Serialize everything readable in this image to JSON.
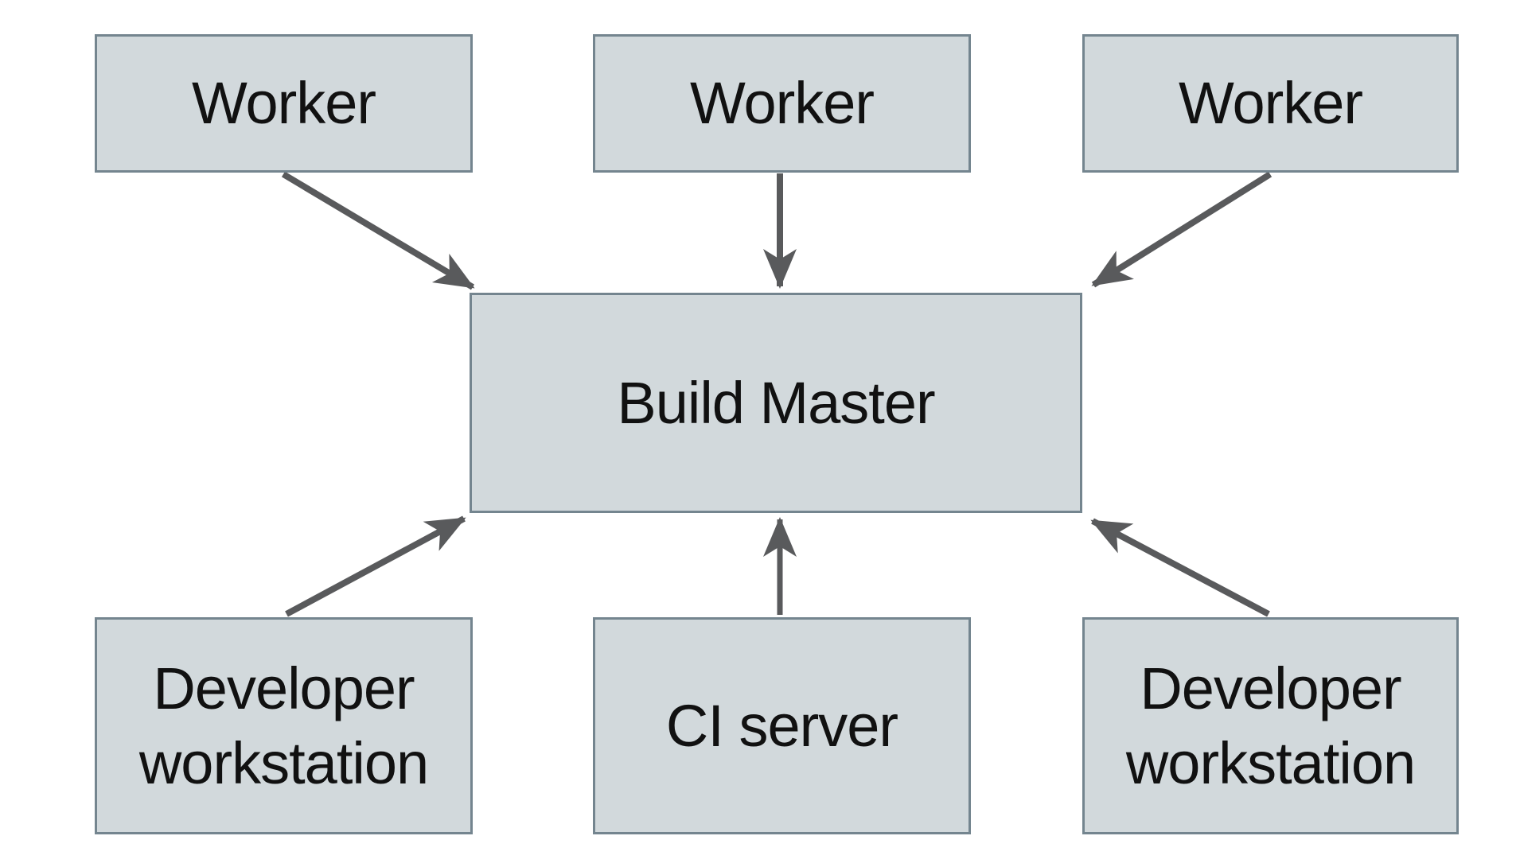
{
  "diagram": {
    "background": "#ffffff",
    "node_fill": "#d2d9dc",
    "node_border": "#74858f",
    "arrow_color": "#595a5c",
    "text_color": "#111111",
    "nodes": [
      {
        "id": "worker-1",
        "label": "Worker"
      },
      {
        "id": "worker-2",
        "label": "Worker"
      },
      {
        "id": "worker-3",
        "label": "Worker"
      },
      {
        "id": "build-master",
        "label": "Build Master"
      },
      {
        "id": "developer-workstation-left",
        "label": "Developer workstation"
      },
      {
        "id": "ci-server",
        "label": "CI server"
      },
      {
        "id": "developer-workstation-right",
        "label": "Developer workstation"
      }
    ],
    "edges": [
      {
        "from": "worker-1",
        "to": "build-master"
      },
      {
        "from": "worker-2",
        "to": "build-master"
      },
      {
        "from": "worker-3",
        "to": "build-master"
      },
      {
        "from": "developer-workstation-left",
        "to": "build-master"
      },
      {
        "from": "ci-server",
        "to": "build-master"
      },
      {
        "from": "developer-workstation-right",
        "to": "build-master"
      }
    ]
  }
}
